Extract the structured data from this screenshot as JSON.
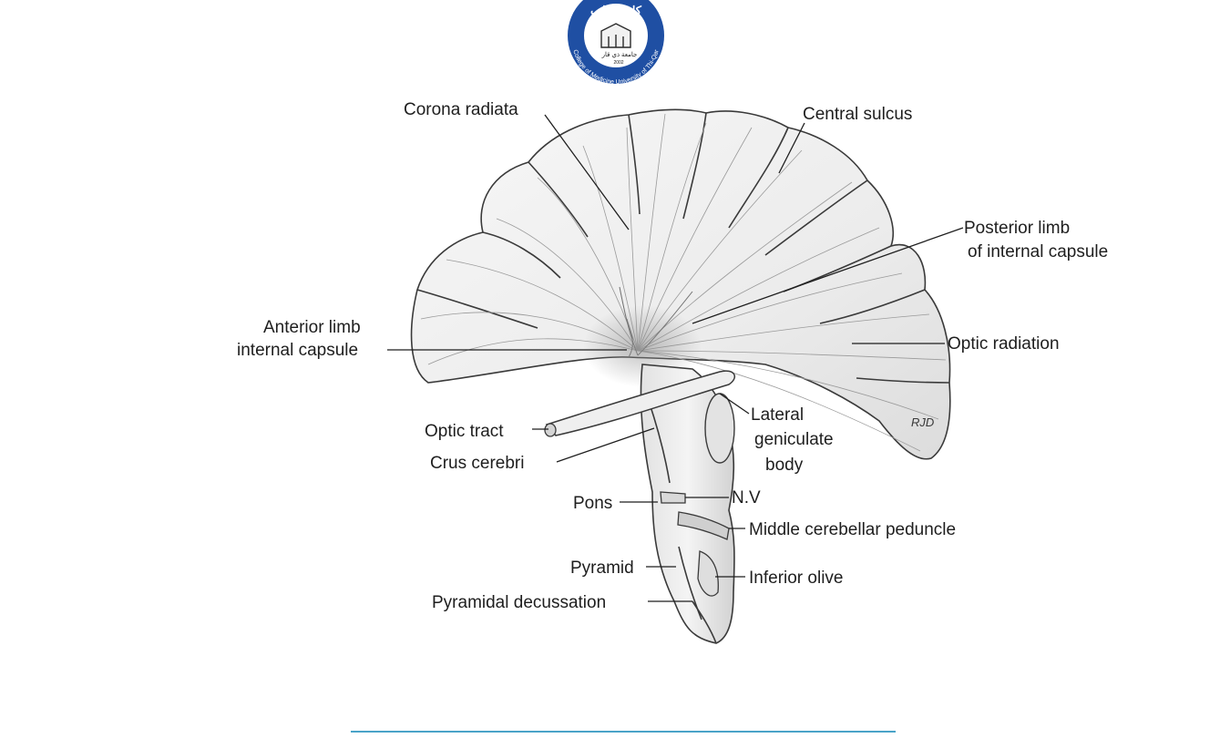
{
  "logo": {
    "arabic_text": "كلية الطب",
    "english_text": "College of Medicine University of Thi-Qar",
    "university_arabic": "جامعة ذي قار",
    "year": "2002",
    "colors": {
      "ring": "#1f4fa3",
      "crescent": "#d8262c",
      "inner": "#ffffff"
    }
  },
  "labels": {
    "corona_radiata": "Corona radiata",
    "central_sulcus": "Central sulcus",
    "posterior_limb_line1": "Posterior limb",
    "posterior_limb_line2": "of internal capsule",
    "anterior_limb_line1": "Anterior limb",
    "anterior_limb_line2": "internal capsule",
    "optic_radiation": "Optic radiation",
    "optic_tract": "Optic tract",
    "crus_cerebri": "Crus cerebri",
    "lateral_geniculate_line1": "Lateral",
    "lateral_geniculate_line2": "geniculate",
    "lateral_geniculate_line3": "body",
    "pons": "Pons",
    "nv": "N.V",
    "middle_cerebellar_peduncle": "Middle cerebellar peduncle",
    "pyramid": "Pyramid",
    "inferior_olive": "Inferior olive",
    "pyramidal_decussation": "Pyramidal decussation",
    "artist_signature": "RJD"
  },
  "colors": {
    "accent_rule": "#4aa3c8"
  }
}
